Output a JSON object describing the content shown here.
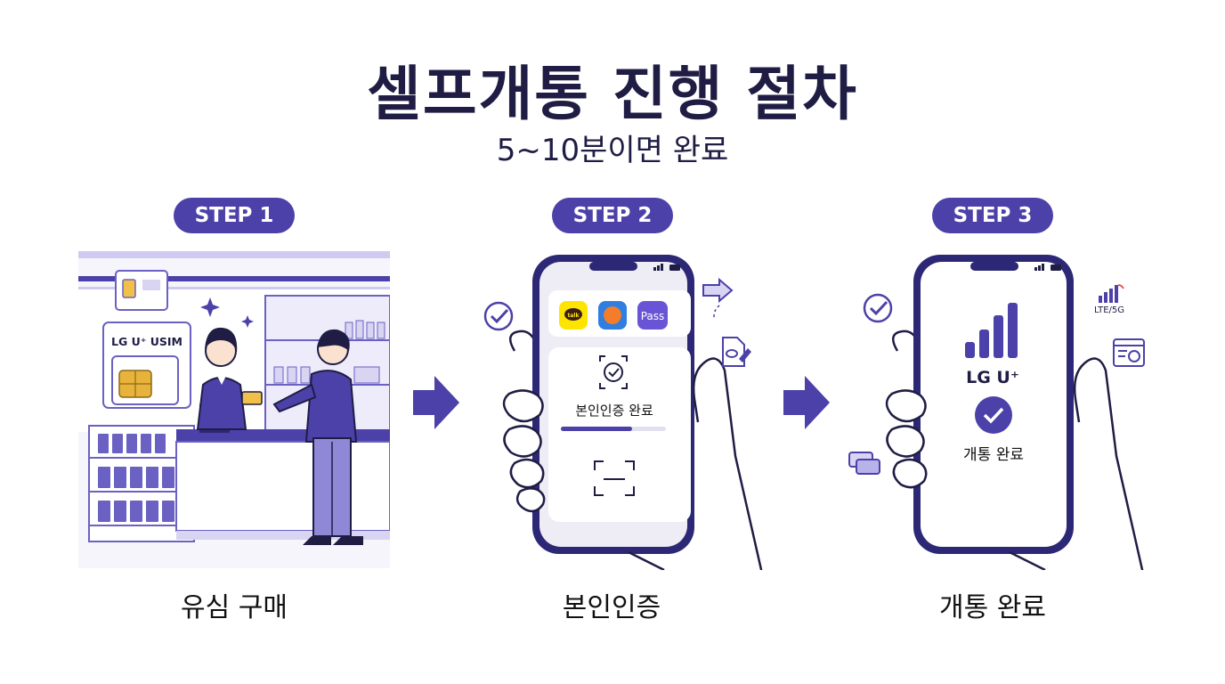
{
  "title": "셀프개통 진행 절차",
  "subtitle": "5~10분이면 완료",
  "steps": [
    {
      "badge": "STEP 1",
      "caption": "유심 구매",
      "usim_brand": "LG U⁺ USIM"
    },
    {
      "badge": "STEP 2",
      "caption": "본인인증",
      "apps": [
        "talk",
        "",
        "Pass"
      ],
      "verify_status": "본인인증 완료"
    },
    {
      "badge": "STEP 3",
      "caption": "개통 완료",
      "brand": "LG U⁺",
      "status": "개통 완료",
      "network": "LTE/5G"
    }
  ],
  "colors": {
    "primary": "#4b41a8",
    "dark": "#1f1d44",
    "light_purple": "#e6e4f7",
    "kakao_yellow": "#fee500",
    "blue": "#2f7ee0",
    "pass_purple": "#6a54d6"
  }
}
